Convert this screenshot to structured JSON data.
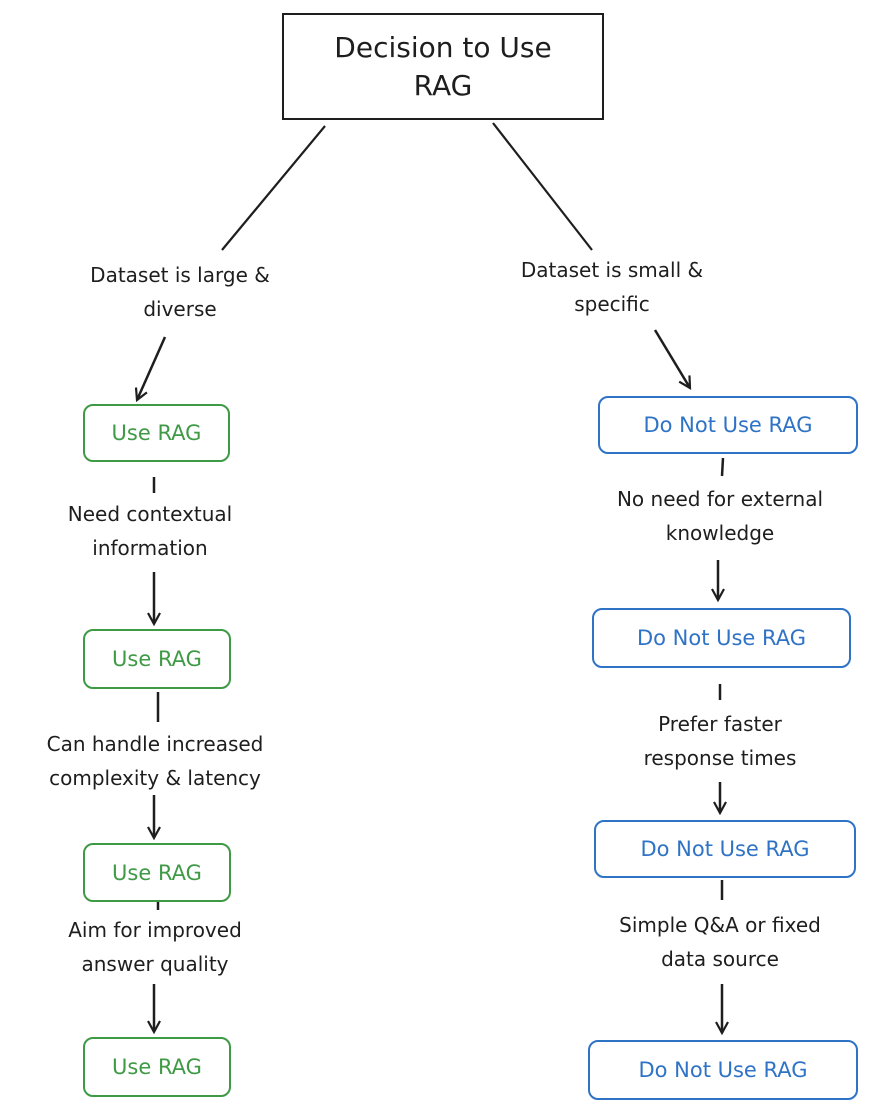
{
  "root": {
    "line1": "Decision to Use",
    "line2": "RAG"
  },
  "left_branch": {
    "condition": {
      "line1": "Dataset is large &",
      "line2": "diverse"
    },
    "nodes": [
      "Use RAG",
      "Use RAG",
      "Use RAG",
      "Use RAG"
    ],
    "steps": [
      {
        "line1": "Need contextual",
        "line2": "information"
      },
      {
        "line1": "Can handle increased",
        "line2": "complexity & latency"
      },
      {
        "line1": "Aim for improved",
        "line2": "answer quality"
      }
    ]
  },
  "right_branch": {
    "condition": {
      "line1": "Dataset is small &",
      "line2": "specific"
    },
    "nodes": [
      "Do Not Use RAG",
      "Do Not Use RAG",
      "Do Not Use RAG",
      "Do Not Use RAG"
    ],
    "steps": [
      {
        "line1": "No need for external",
        "line2": "knowledge"
      },
      {
        "line1": "Prefer faster",
        "line2": "response times"
      },
      {
        "line1": "Simple Q&A or fixed",
        "line2": "data source"
      }
    ]
  },
  "colors": {
    "ink": "#1e1e1e",
    "use_rag": "#3f9a46",
    "do_not_use_rag": "#2f73c6"
  }
}
